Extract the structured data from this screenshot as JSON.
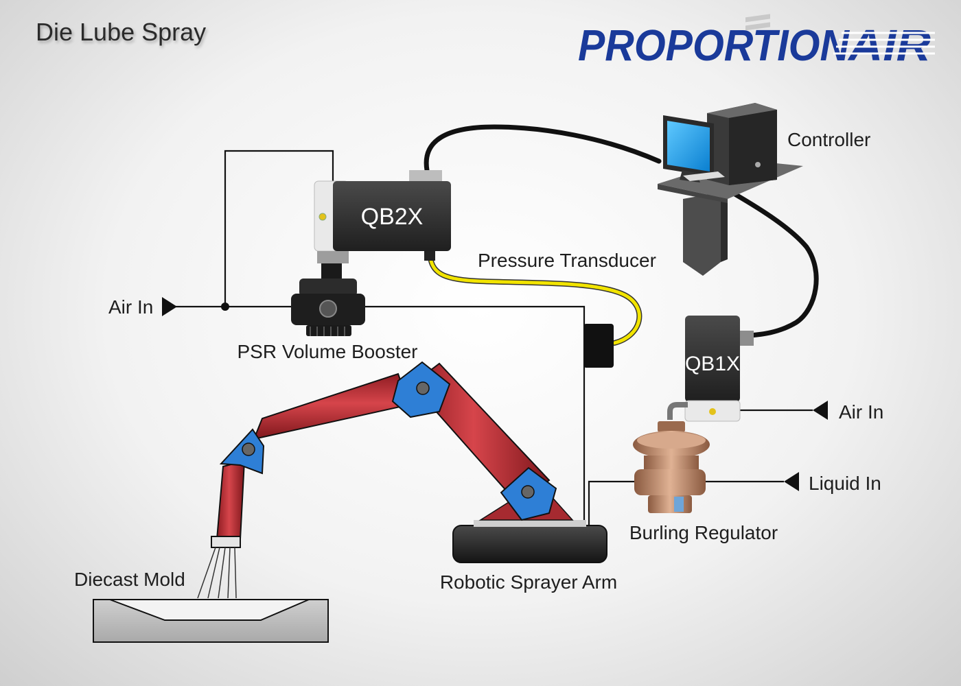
{
  "title": "Die Lube Spray",
  "brand": {
    "name": "PROPORTION",
    "suffix": "AIR",
    "color": "#1a3a9a"
  },
  "labels": {
    "controller": "Controller",
    "qb2x": "QB2X",
    "qb1x": "QB1X",
    "pressure_transducer": "Pressure Transducer",
    "air_in_left": "Air In",
    "air_in_right": "Air In",
    "liquid_in": "Liquid In",
    "psr_booster": "PSR Volume Booster",
    "burling_regulator": "Burling Regulator",
    "robotic_arm": "Robotic Sprayer Arm",
    "diecast_mold": "Diecast Mold"
  },
  "colors": {
    "arm_red": "#b5282f",
    "joint_blue": "#2e7fd6",
    "cable_black": "#111111",
    "transducer_cable": "#f2e400",
    "device_body": "#2b2b2b",
    "monitor_screen": "#1da0e8",
    "regulator_bronze": "#c08a68"
  }
}
